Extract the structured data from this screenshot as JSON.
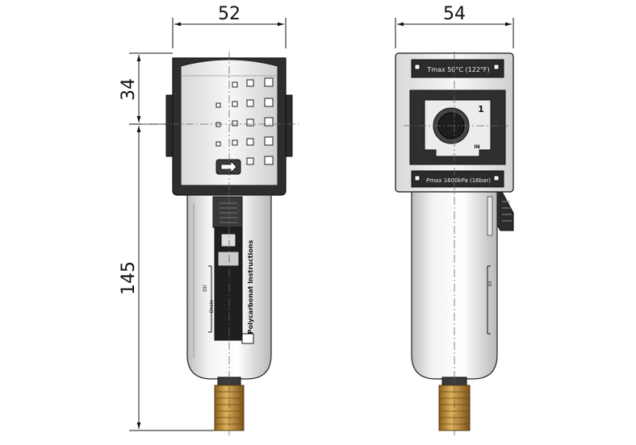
{
  "dimensions": {
    "front_width": "52",
    "side_width": "54",
    "head_height": "34",
    "body_height": "145"
  },
  "labels": {
    "bowl_material": "Polycarbonat Instructions",
    "drain_scale_a": "Oil",
    "drain_scale_b": "Drain",
    "temp_max": "Tmax 50°C (122°F)",
    "pressure_max": "Pmax 1600kPa (16bar)",
    "port_number": "1",
    "port_in": "IN"
  },
  "colors": {
    "outline": "#1a1a1a",
    "body_light": "#e6e6e6",
    "body_mid": "#c9c9c9",
    "dark_panel": "#2b2b2b",
    "brass": "#c9953a",
    "brass_dark": "#8a5f1e"
  }
}
